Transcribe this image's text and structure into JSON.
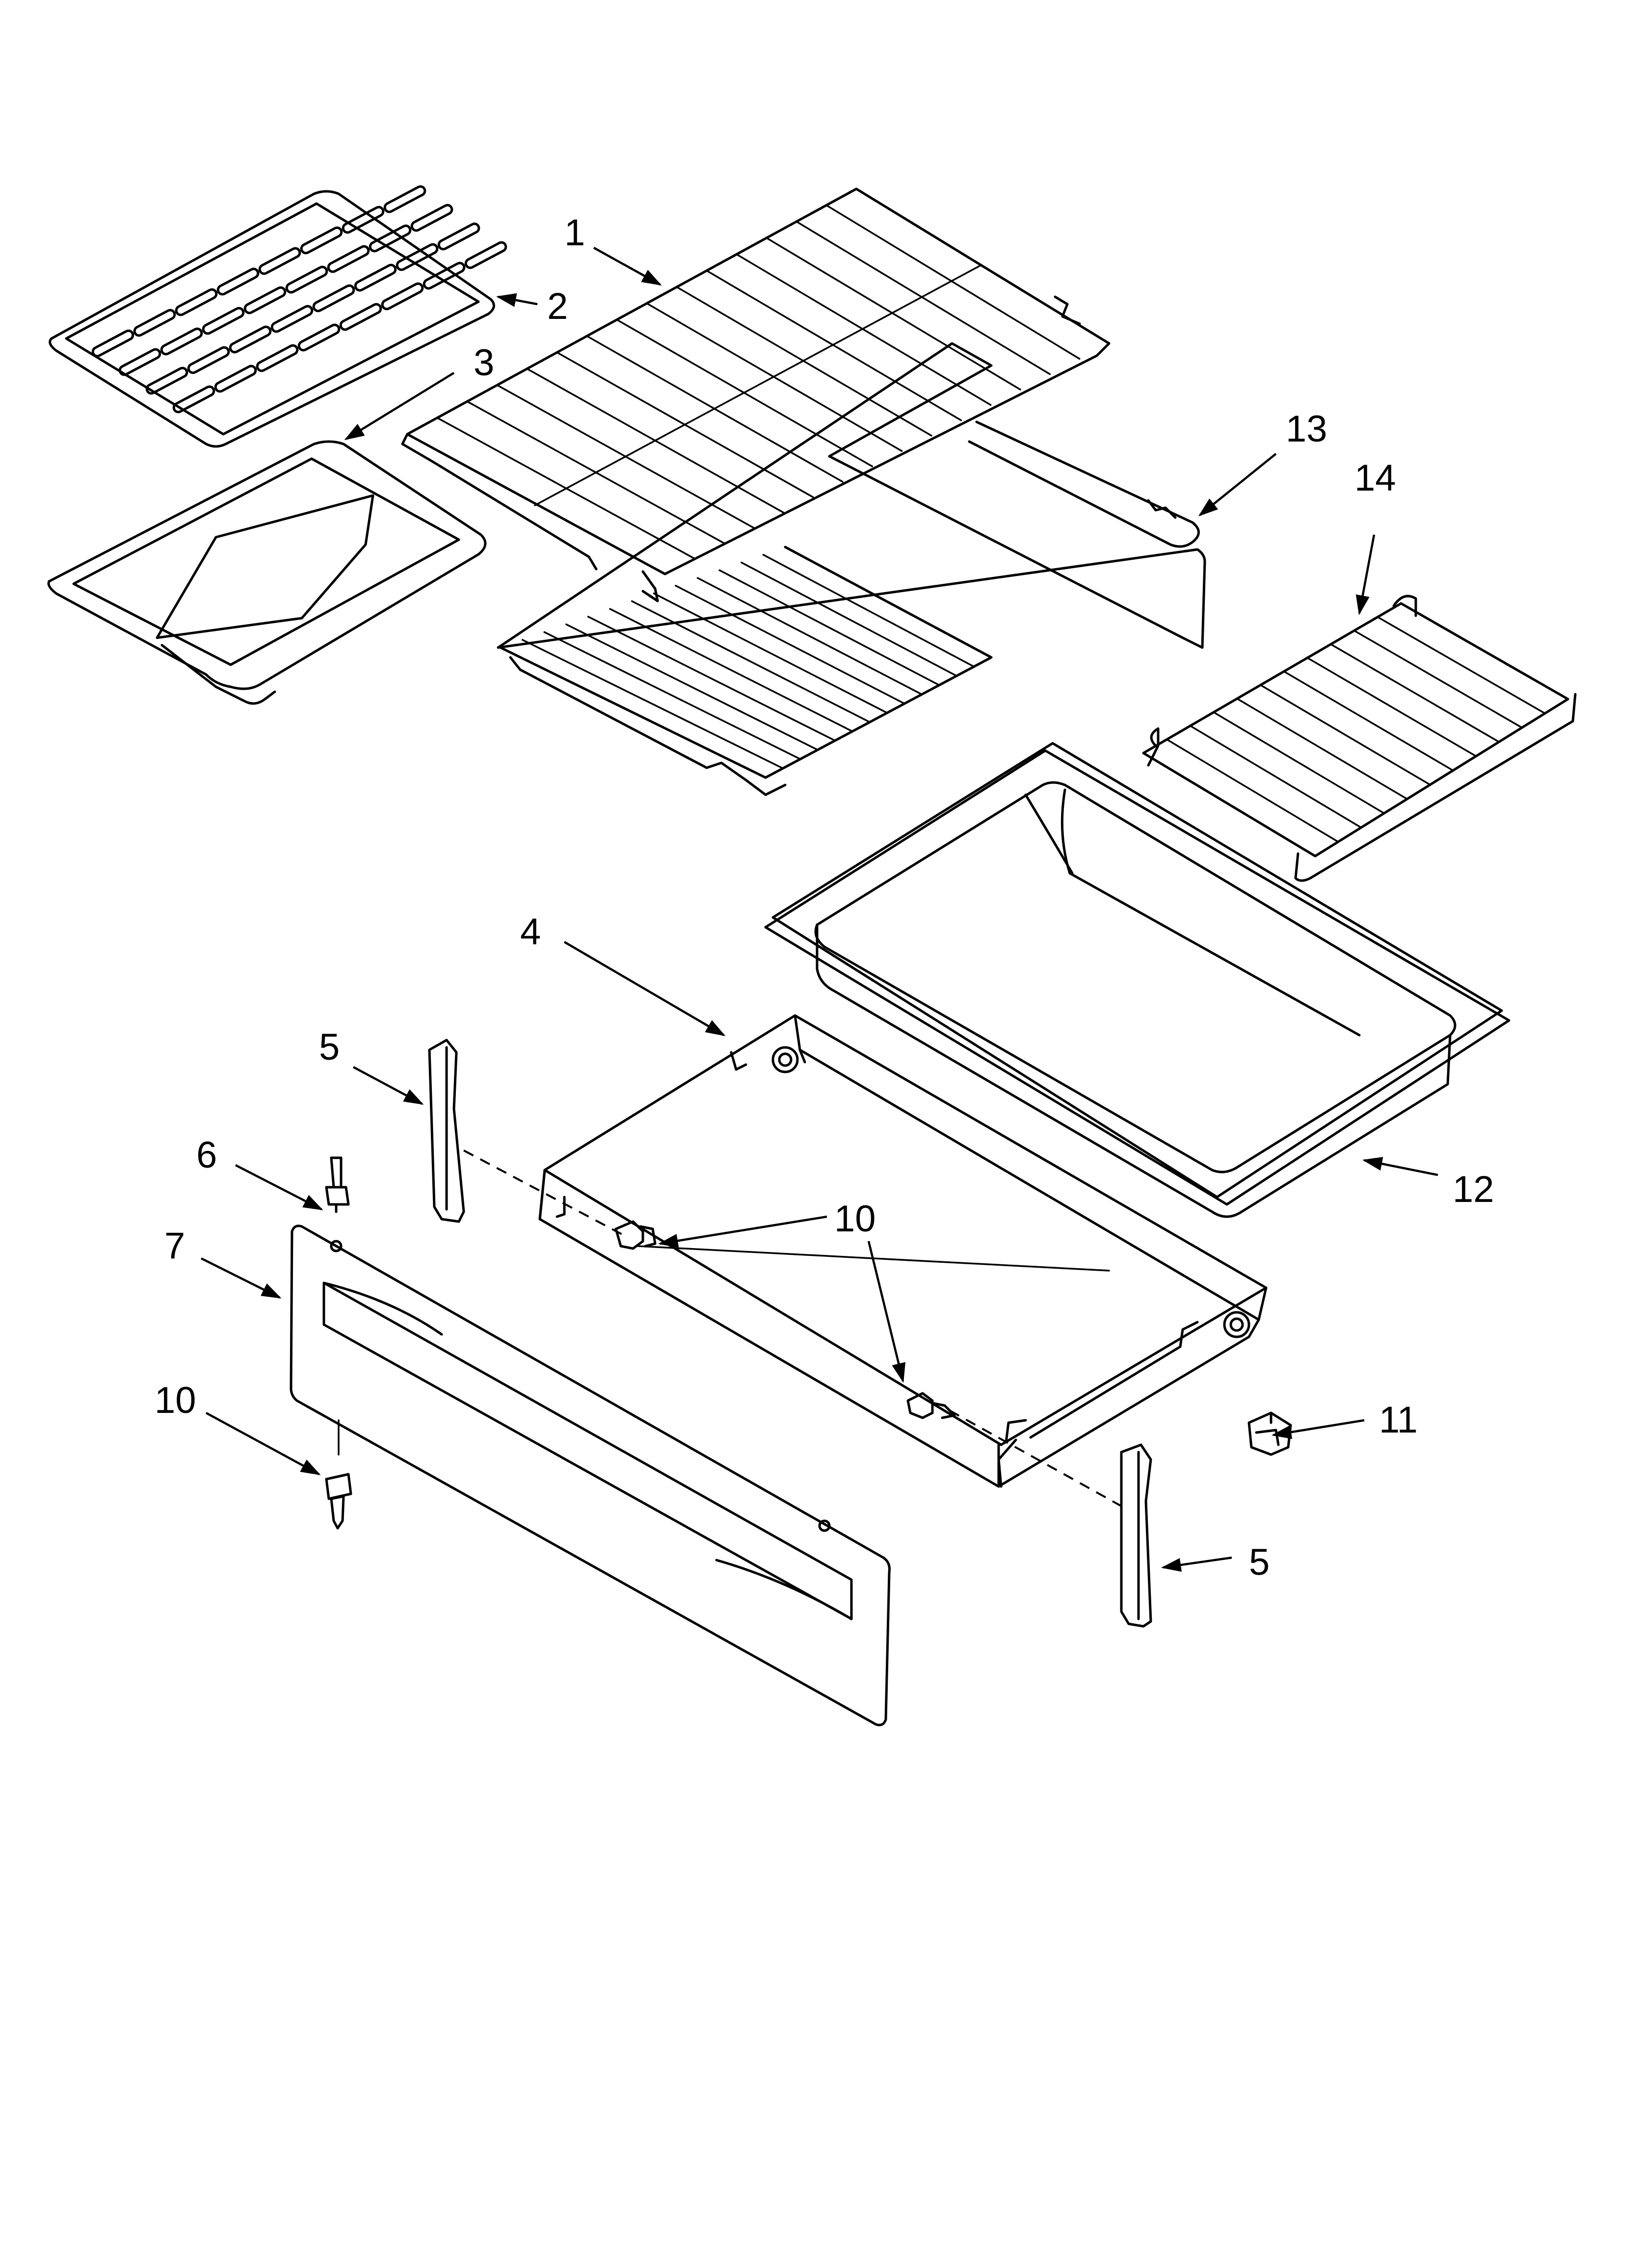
{
  "callouts": [
    {
      "id": "1",
      "label": "1"
    },
    {
      "id": "2",
      "label": "2"
    },
    {
      "id": "3",
      "label": "3"
    },
    {
      "id": "4",
      "label": "4"
    },
    {
      "id": "5a",
      "label": "5"
    },
    {
      "id": "5b",
      "label": "5"
    },
    {
      "id": "6",
      "label": "6"
    },
    {
      "id": "7",
      "label": "7"
    },
    {
      "id": "10a",
      "label": "10"
    },
    {
      "id": "10b",
      "label": "10"
    },
    {
      "id": "10c",
      "label": "10"
    },
    {
      "id": "11",
      "label": "11"
    },
    {
      "id": "12",
      "label": "12"
    },
    {
      "id": "13",
      "label": "13"
    },
    {
      "id": "14",
      "label": "14"
    }
  ]
}
